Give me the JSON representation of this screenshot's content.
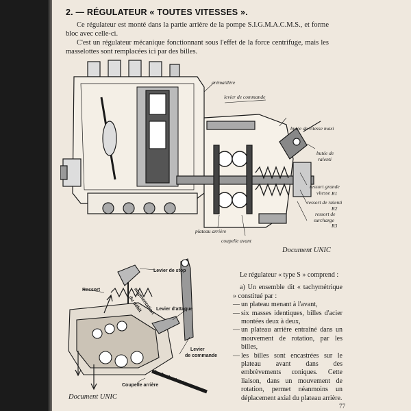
{
  "heading": "2. — RÉGULATEUR « TOUTES VITESSES ».",
  "paragraphs": [
    "Ce régulateur est monté dans la partie arrière de la pompe S.I.G.M.A.C.M.S., et forme bloc avec celle-ci.",
    "C'est un régulateur mécanique fonctionnant sous l'effet de la force centrifuge, mais les masselottes sont remplacées ici par des billes."
  ],
  "figure1": {
    "labels": {
      "cremaillere": "crémaillère",
      "levier_commande": "levier de commande",
      "butee_vitesse_max": "butée de vitesse maxi",
      "butee_ralenti_1": "butée de",
      "butee_ralenti_2": "ralenti",
      "ressort_grande_1": "ressort grande",
      "ressort_grande_2": "vitesse",
      "r1": "R1",
      "ressort_ralenti": "ressort de ralenti",
      "r2": "R2",
      "ressort_surcharge_1": "ressort de",
      "ressort_surcharge_2": "surcharge",
      "r3": "R3",
      "plateau_arriere": "plateau arrière",
      "coupelle_avant": "coupelle avant"
    },
    "credit": "Document UNIC"
  },
  "figure2": {
    "labels": {
      "levier_stop": "Levier de stop",
      "augmentation_1": "augmentation",
      "augmentation_2": "du débit",
      "ressort": "Ressort",
      "levier_attaque": "Levier d'attaque",
      "levier_commande_1": "Levier",
      "levier_commande_2": "de commande",
      "coupelle_arriere": "Coupelle arrière"
    },
    "credit": "Document UNIC"
  },
  "right_column": {
    "intro": "Le régulateur « type S » comprend :",
    "a_line": "a) Un ensemble dit « tachymétrique » constitué par :",
    "items": [
      "un plateau menant à l'avant,",
      "six masses identiques, billes d'acier montées deux à deux,",
      "un plateau arrière entraîné dans un mouvement de rotation, par les billes,",
      "les billes sont encastrées sur le plateau avant dans des embrèvements coniques. Cette liaison, dans un mouvement de rotation, permet néanmoins un déplacement axial du plateau arrière."
    ]
  },
  "page_number": "77"
}
